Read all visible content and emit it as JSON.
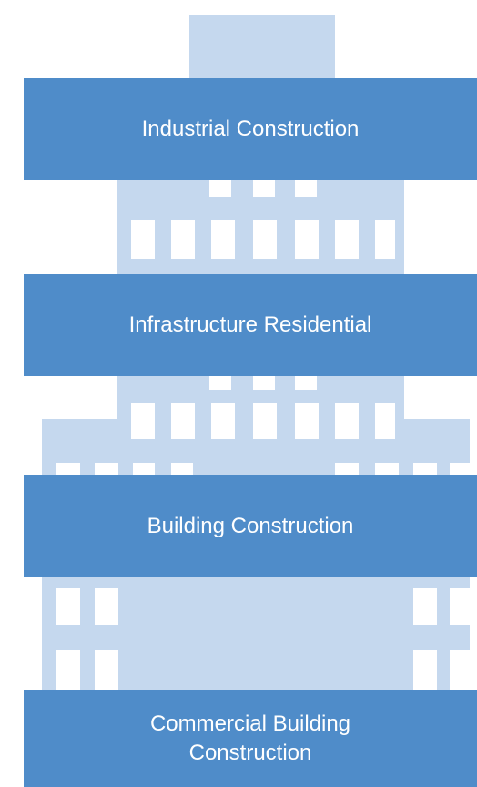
{
  "tiers": [
    {
      "label": "Industrial Construction"
    },
    {
      "label": "Infrastructure Residential"
    },
    {
      "label": "Building Construction"
    },
    {
      "label": "Commercial Building\nConstruction"
    }
  ],
  "colors": {
    "band": "#4f8cc9",
    "building": "#c5d8ee",
    "window": "#ffffff",
    "background": "#ffffff"
  }
}
